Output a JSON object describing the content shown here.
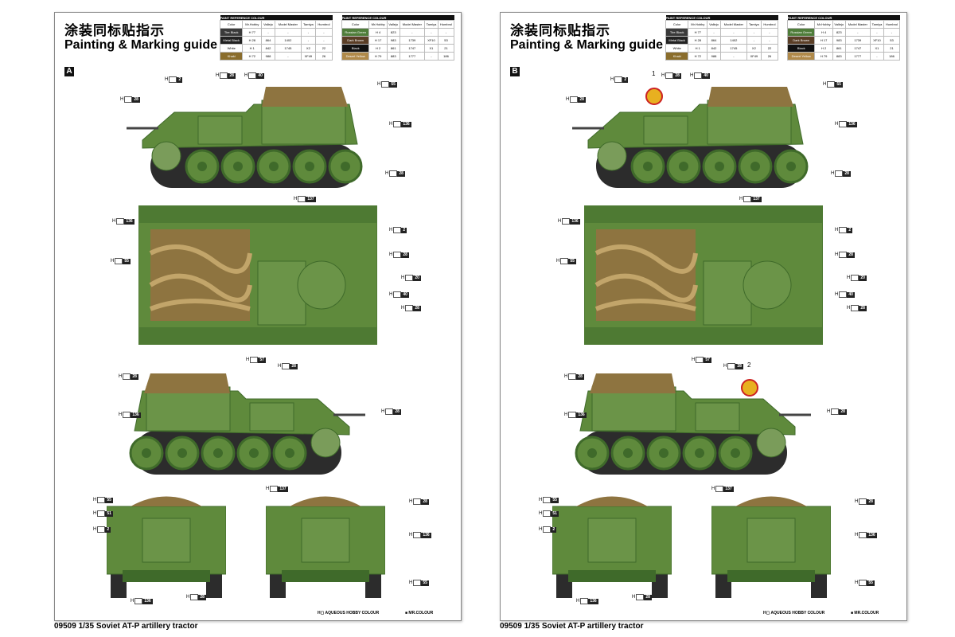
{
  "pages": [
    {
      "badge": "A",
      "title_cn": "涂装同标贴指示",
      "title_en": "Painting & Marking guide",
      "footer": "09509 1/35 Soviet AT-P artillery tractor",
      "markings": [],
      "callouts": [
        "28",
        "2",
        "28",
        "40",
        "55",
        "136",
        "28",
        "137",
        "136",
        "2",
        "55",
        "28",
        "20",
        "40",
        "28",
        "57",
        "28",
        "28",
        "136",
        "28",
        "137",
        "55",
        "51",
        "2",
        "28",
        "136",
        "55",
        "136",
        "28"
      ]
    },
    {
      "badge": "B",
      "title_cn": "涂装同标贴指示",
      "title_en": "Painting & Marking guide",
      "footer": "09509 1/35 Soviet AT-P artillery tractor",
      "markings": [
        "1",
        "2"
      ],
      "callouts": [
        "28",
        "2",
        "28",
        "40",
        "55",
        "136",
        "28",
        "137",
        "136",
        "2",
        "55",
        "28",
        "20",
        "40",
        "28",
        "57",
        "28",
        "28",
        "136",
        "28",
        "137",
        "55",
        "51",
        "2",
        "28",
        "136",
        "55",
        "136",
        "28"
      ]
    }
  ],
  "table1": {
    "header": "PAINT REFERENCE COLOUR",
    "cols": [
      "Color",
      "Mr.Hobby",
      "Vallejo",
      "Model Master",
      "Tamiya",
      "Humbrol"
    ],
    "rows": [
      {
        "name": "Tire Black",
        "color": "#3a3a3a",
        "v": [
          "H 77",
          "-",
          "-",
          "-",
          "-"
        ]
      },
      {
        "name": "Metal Black",
        "color": "#222",
        "v": [
          "H 28",
          "864",
          "1402",
          "-",
          "-"
        ]
      },
      {
        "name": "White",
        "color": "#fff",
        "v": [
          "H 1",
          "842",
          "1745",
          "X2",
          "22"
        ]
      },
      {
        "name": "Khaki",
        "color": "#8a6d2c",
        "v": [
          "H 72",
          "988",
          "-",
          "XF49",
          "26"
        ]
      }
    ]
  },
  "table2": {
    "header": "PAINT REFERENCE COLOUR",
    "cols": [
      "Color",
      "Mr.Hobby",
      "Vallejo",
      "Model Master",
      "Tamiya",
      "Humbrol"
    ],
    "rows": [
      {
        "name": "Russian Green",
        "color": "#4f7d3a",
        "v": [
          "H 4",
          "823",
          "-",
          "-",
          "-"
        ]
      },
      {
        "name": "Dark Brown",
        "color": "#5a3e26",
        "v": [
          "H 17",
          "983",
          "1739",
          "XF10",
          "53"
        ]
      },
      {
        "name": "Black",
        "color": "#111",
        "v": [
          "H 2",
          "861",
          "1747",
          "X1",
          "21"
        ]
      },
      {
        "name": "Desert Yellow",
        "color": "#b08a4a",
        "v": [
          "H 79",
          "883",
          "1777",
          "-",
          "186"
        ]
      }
    ]
  },
  "legend": {
    "h": "AQUEOUS HOBBY COLOUR",
    "c": "MR.COLOUR"
  },
  "colors": {
    "green": "#5f8a3c",
    "dark": "#3f6a2a",
    "tarp": "#8e7440",
    "track": "#2c2c2c"
  }
}
